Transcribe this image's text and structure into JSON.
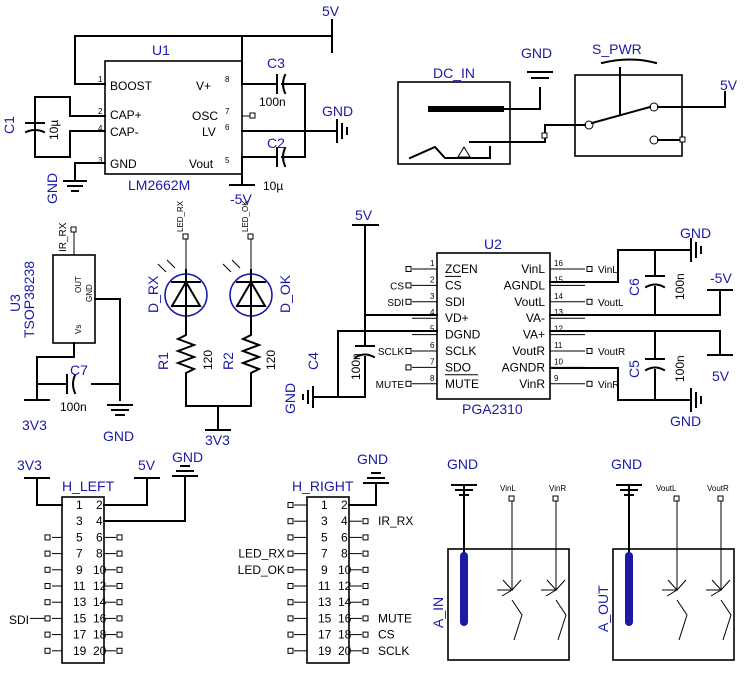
{
  "u1": {
    "ref": "U1",
    "part": "LM2662M",
    "pins": {
      "boost": "BOOST",
      "capp": "CAP+",
      "capm": "CAP-",
      "gnd": "GND",
      "vplus": "V+",
      "osc": "OSC",
      "lv": "LV",
      "vout": "Vout"
    },
    "nums": [
      "1",
      "2",
      "4",
      "3",
      "8",
      "7",
      "6",
      "5"
    ]
  },
  "c1": {
    "ref": "C1",
    "val": "10µ"
  },
  "c2": {
    "ref": "C2",
    "val": "10µ"
  },
  "c3": {
    "ref": "C3",
    "val": "100n"
  },
  "c4": {
    "ref": "C4",
    "val": "100n"
  },
  "c5": {
    "ref": "C5",
    "val": "100n"
  },
  "c6": {
    "ref": "C6",
    "val": "100n"
  },
  "c7": {
    "ref": "C7",
    "val": "100n"
  },
  "rails": {
    "v5": "5V",
    "gnd": "GND",
    "vneg5": "-5V",
    "v3": "3V3"
  },
  "dcin": {
    "ref": "DC_IN"
  },
  "spwr": {
    "ref": "S_PWR"
  },
  "u3": {
    "ref": "U3",
    "part": "TSOP38238",
    "out": "OUT",
    "gnd": "GND",
    "vs": "Vs",
    "net": "IR_RX"
  },
  "leds": {
    "rx_ref": "D_RX",
    "rx_net": "LED_RX",
    "ok_ref": "D_OK",
    "ok_net": "LED_OK"
  },
  "r1": {
    "ref": "R1",
    "val": "120"
  },
  "r2": {
    "ref": "R2",
    "val": "120"
  },
  "u2": {
    "ref": "U2",
    "part": "PGA2310",
    "left": [
      {
        "n": "1",
        "p": "ZCEN",
        "net": ""
      },
      {
        "n": "2",
        "p": "CS",
        "net": "CS"
      },
      {
        "n": "3",
        "p": "SDI",
        "net": "SDI"
      },
      {
        "n": "4",
        "p": "VD+",
        "net": ""
      },
      {
        "n": "5",
        "p": "DGND",
        "net": ""
      },
      {
        "n": "6",
        "p": "SCLK",
        "net": "SCLK"
      },
      {
        "n": "7",
        "p": "SDO",
        "net": ""
      },
      {
        "n": "8",
        "p": "MUTE",
        "net": "MUTE"
      }
    ],
    "right": [
      {
        "n": "16",
        "p": "VinL",
        "net": "VinL"
      },
      {
        "n": "15",
        "p": "AGNDL",
        "net": ""
      },
      {
        "n": "14",
        "p": "VoutL",
        "net": "VoutL"
      },
      {
        "n": "13",
        "p": "VA-",
        "net": ""
      },
      {
        "n": "12",
        "p": "VA+",
        "net": ""
      },
      {
        "n": "11",
        "p": "VoutR",
        "net": "VoutR"
      },
      {
        "n": "10",
        "p": "AGNDR",
        "net": ""
      },
      {
        "n": "9",
        "p": "VinR",
        "net": "VinR"
      }
    ]
  },
  "hleft": {
    "ref": "H_LEFT",
    "sdi": "SDI",
    "pins": [
      [
        "1",
        "2"
      ],
      [
        "3",
        "4"
      ],
      [
        "5",
        "6"
      ],
      [
        "7",
        "8"
      ],
      [
        "9",
        "10"
      ],
      [
        "11",
        "12"
      ],
      [
        "13",
        "14"
      ],
      [
        "15",
        "16"
      ],
      [
        "17",
        "18"
      ],
      [
        "19",
        "20"
      ]
    ]
  },
  "hright": {
    "ref": "H_RIGHT",
    "left_nets": [
      "",
      "",
      "",
      "LED_RX",
      "LED_OK",
      "",
      "",
      "",
      "",
      ""
    ],
    "right_nets": [
      "",
      "IR_RX",
      "",
      "",
      "",
      "",
      "",
      "MUTE",
      "CS",
      "SCLK"
    ],
    "pins": [
      [
        "1",
        "2"
      ],
      [
        "3",
        "4"
      ],
      [
        "5",
        "6"
      ],
      [
        "7",
        "8"
      ],
      [
        "9",
        "10"
      ],
      [
        "11",
        "12"
      ],
      [
        "13",
        "14"
      ],
      [
        "15",
        "16"
      ],
      [
        "17",
        "18"
      ],
      [
        "19",
        "20"
      ]
    ]
  },
  "ain": {
    "ref": "A_IN",
    "l": "VinL",
    "r": "VinR"
  },
  "aout": {
    "ref": "A_OUT",
    "l": "VoutL",
    "r": "VoutR"
  }
}
